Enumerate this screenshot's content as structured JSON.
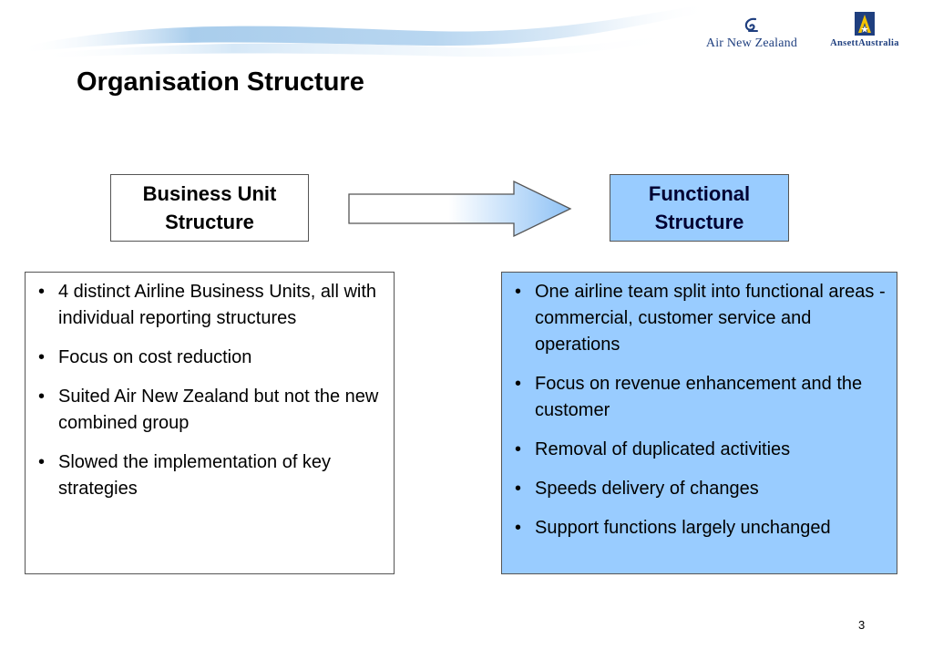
{
  "header": {
    "title": "Organisation Structure",
    "logos": {
      "air_new_zealand": "Air New Zealand",
      "ansett_australia": "AnsettAustralia",
      "air_new_zealand_icon": "koru-icon",
      "ansett_australia_icon": "star-a-icon"
    }
  },
  "structures": {
    "from": {
      "line1": "Business Unit",
      "line2": "Structure"
    },
    "to": {
      "line1": "Functional",
      "line2": "Structure"
    },
    "arrow_icon": "right-arrow-icon"
  },
  "panels": {
    "left": {
      "bullets": [
        "4 distinct Airline Business Units, all with individual reporting structures",
        "Focus on cost reduction",
        "Suited Air New Zealand but not the new combined group",
        "Slowed the implementation of key strategies"
      ]
    },
    "right": {
      "bullets": [
        "One airline team split into functional areas - commercial, customer service and operations",
        "Focus on revenue enhancement and the customer",
        "Removal of duplicated activities",
        "Speeds delivery of changes",
        "Support functions largely unchanged"
      ]
    }
  },
  "bullet_glyph": "•",
  "colors": {
    "accent_fill": "#99ccff",
    "logo_navy": "#1f3f7f",
    "border": "#555555"
  },
  "footer": {
    "page_number": "3"
  }
}
